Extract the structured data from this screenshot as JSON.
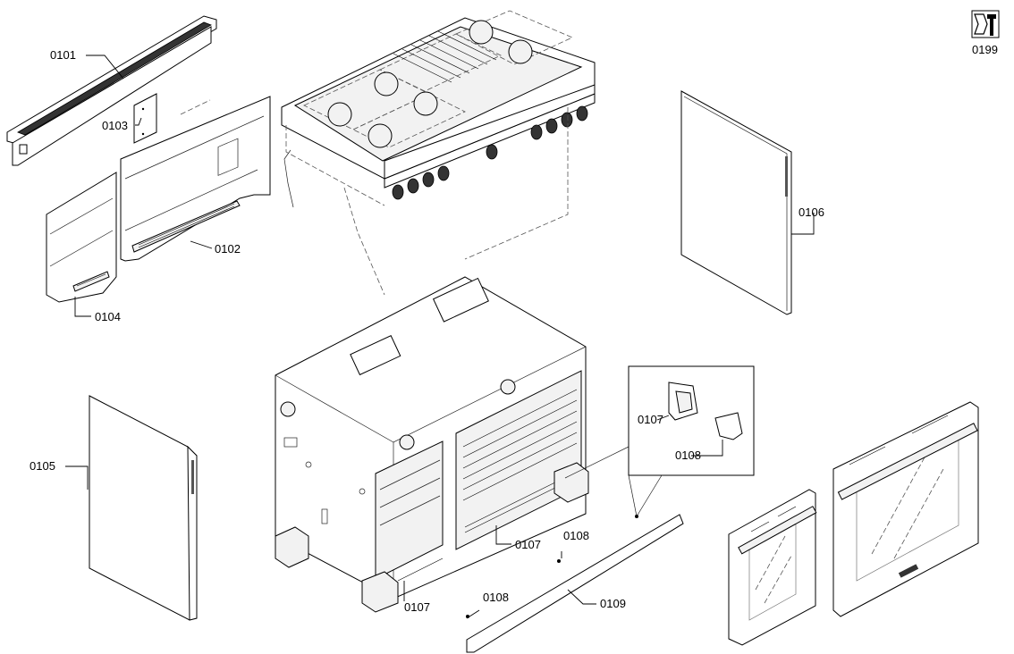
{
  "labels": {
    "p0101": "0101",
    "p0102": "0102",
    "p0103": "0103",
    "p0104": "0104",
    "p0105": "0105",
    "p0106": "0106",
    "p0107a": "0107",
    "p0107b": "0107",
    "p0107c": "0107",
    "p0108a": "0108",
    "p0108b": "0108",
    "p0108c": "0108",
    "p0109": "0109",
    "p0199": "0199"
  },
  "icons": {
    "service": "service-tool-icon"
  }
}
